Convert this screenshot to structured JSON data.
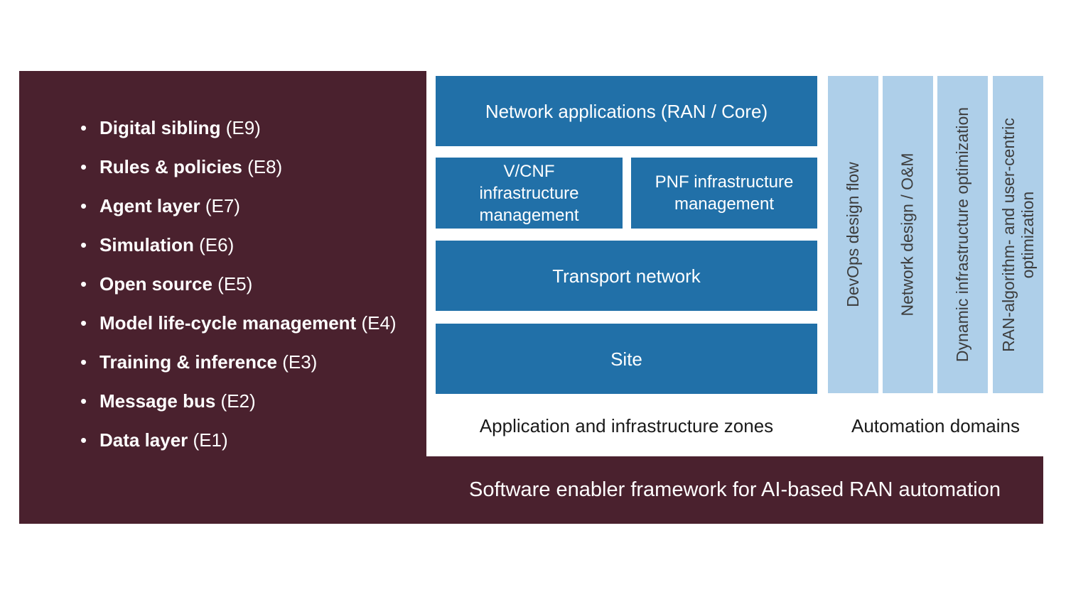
{
  "colors": {
    "canvas_bg": "#ffffff",
    "maroon": "#4A212E",
    "blue": "#2170A8",
    "light_blue": "#AECFE9",
    "white": "#ffffff",
    "text_dark": "#3D3D3D",
    "text_black": "#1A1A1A"
  },
  "enablers": {
    "bullet": "•",
    "items": [
      {
        "name": "Digital sibling",
        "code": "(E9)"
      },
      {
        "name": "Rules & policies",
        "code": "(E8)"
      },
      {
        "name": "Agent layer",
        "code": "(E7)"
      },
      {
        "name": "Simulation",
        "code": "(E6)"
      },
      {
        "name": "Open source",
        "code": "(E5)"
      },
      {
        "name": "Model life-cycle management",
        "code": "(E4)"
      },
      {
        "name": "Training & inference",
        "code": "(E3)"
      },
      {
        "name": "Message bus",
        "code": "(E2)"
      },
      {
        "name": "Data layer",
        "code": "(E1)"
      }
    ]
  },
  "zones": {
    "network_applications": "Network applications (RAN / Core)",
    "vcnf": "V/CNF infrastructure management",
    "pnf": "PNF infrastructure management",
    "transport": "Transport network",
    "site": "Site",
    "caption": "Application and infrastructure zones"
  },
  "domains": {
    "bars": [
      "DevOps design flow",
      "Network design / O&M",
      "Dynamic infrastructure optimization",
      "RAN-algorithm- and user-centric optimization"
    ],
    "caption": "Automation domains"
  },
  "footer": {
    "title": "Software enabler framework for AI-based RAN automation"
  }
}
